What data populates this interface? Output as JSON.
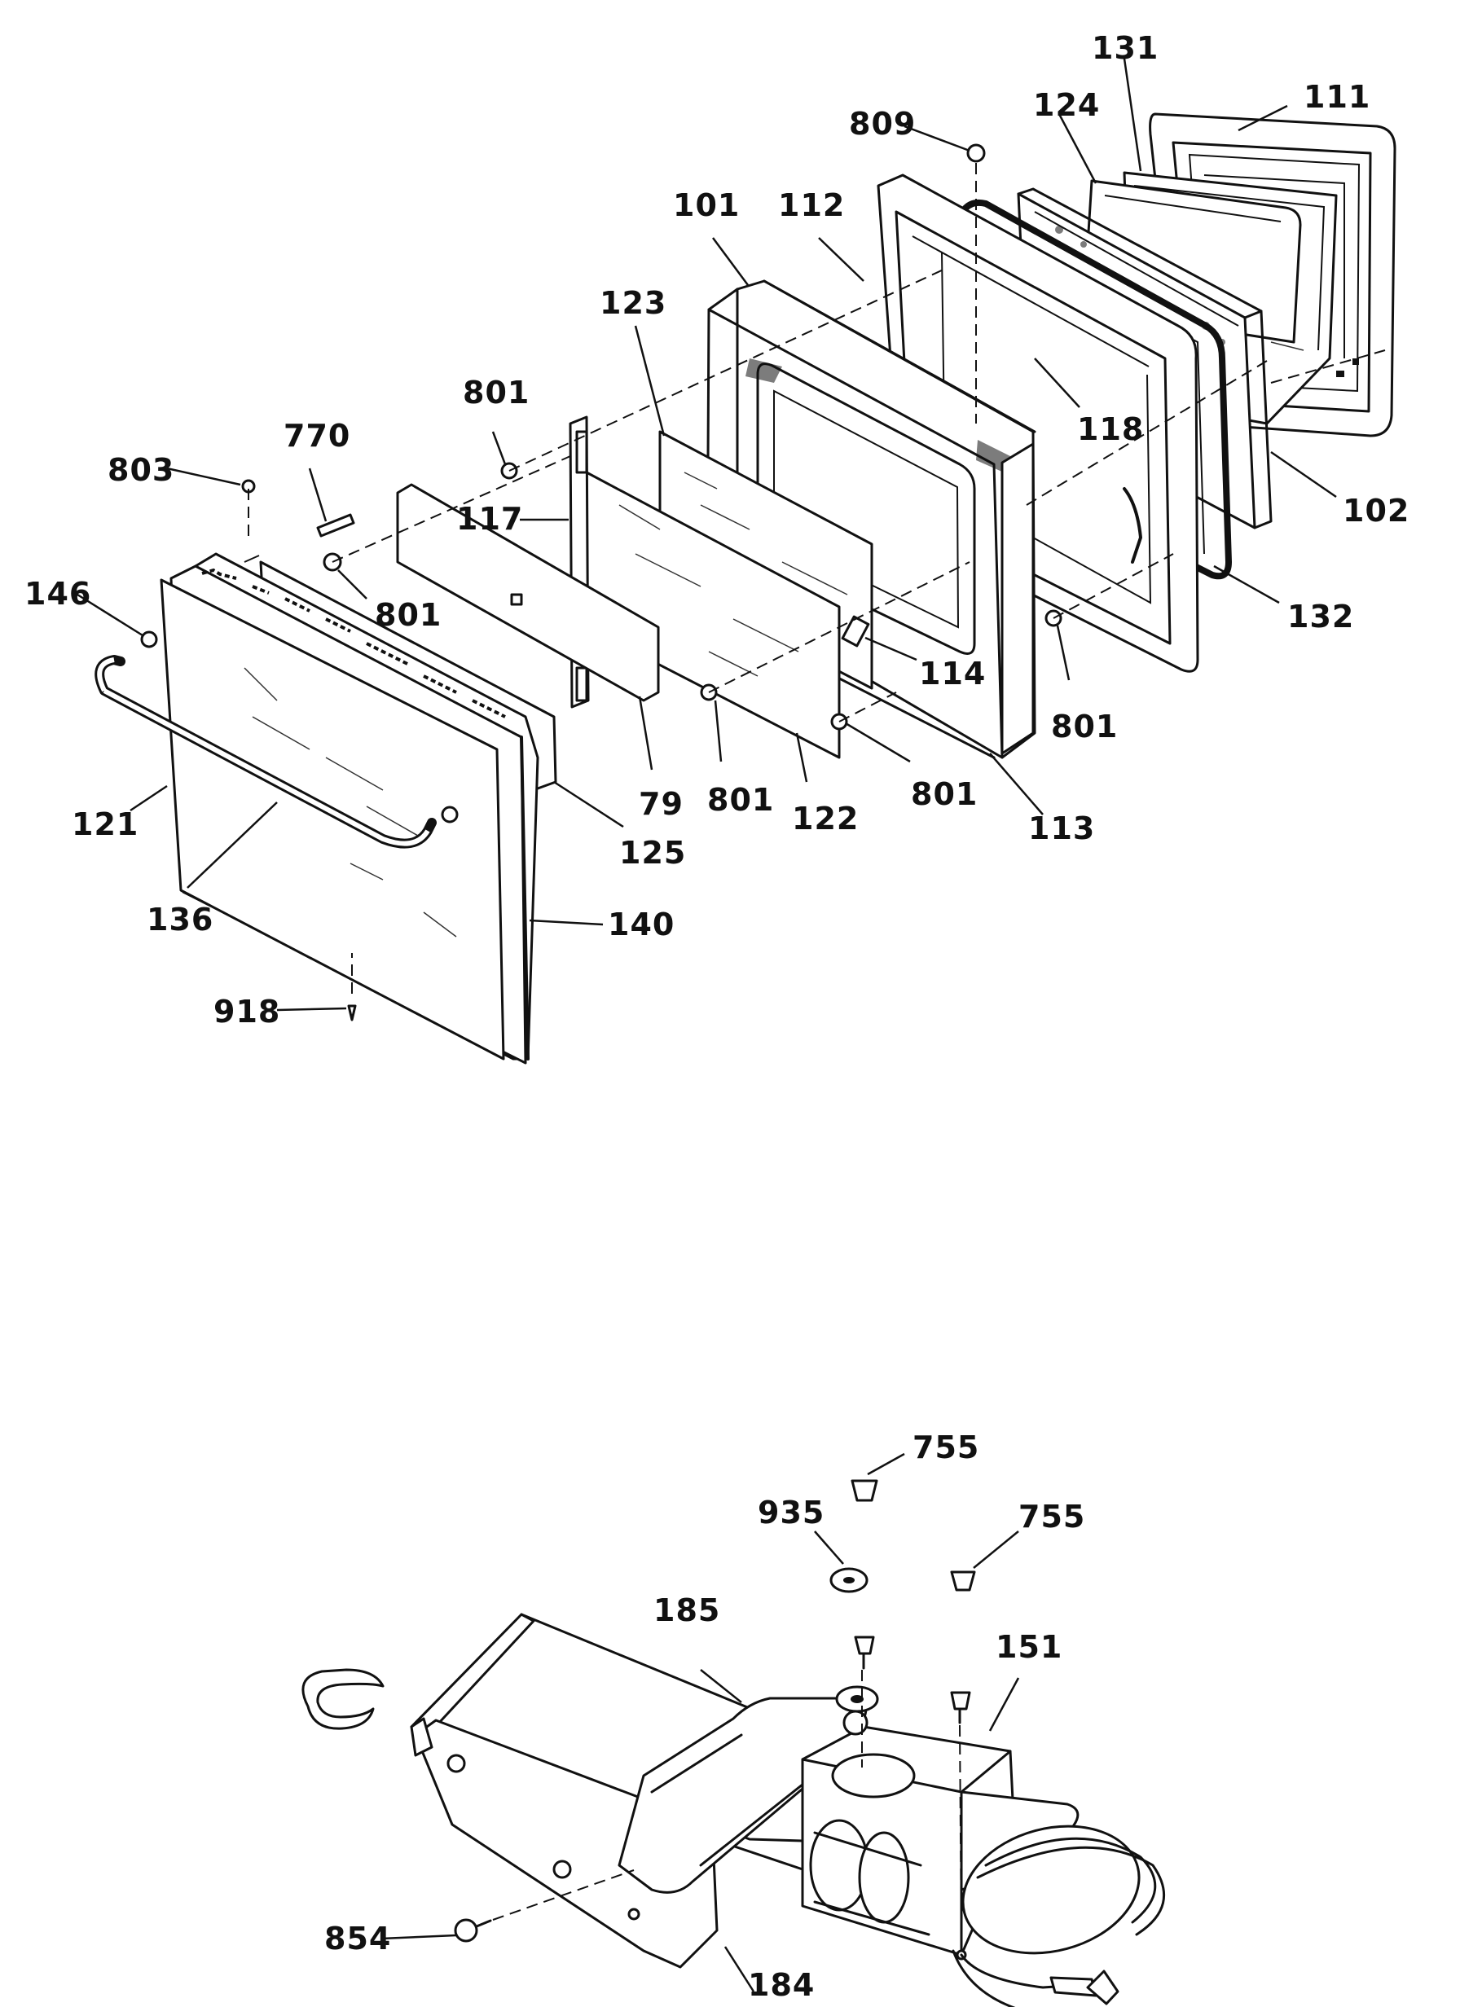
{
  "diagram": {
    "door_assembly": {
      "callouts": {
        "809": "809",
        "131": "131",
        "111": "111",
        "124": "124",
        "101": "101",
        "112": "112",
        "123": "123",
        "801_top": "801",
        "770": "770",
        "803": "803",
        "118": "118",
        "102": "102",
        "117": "117",
        "146": "146",
        "801_left": "801",
        "132": "132",
        "114": "114",
        "801_right": "801",
        "121": "121",
        "79": "79",
        "801_mid": "801",
        "122": "122",
        "801_mid2": "801",
        "113": "113",
        "125": "125",
        "136": "136",
        "140": "140",
        "918": "918"
      }
    },
    "latch_assembly": {
      "callouts": {
        "755_a": "755",
        "935": "935",
        "755_b": "755",
        "185": "185",
        "151": "151",
        "854": "854",
        "184": "184"
      }
    }
  }
}
